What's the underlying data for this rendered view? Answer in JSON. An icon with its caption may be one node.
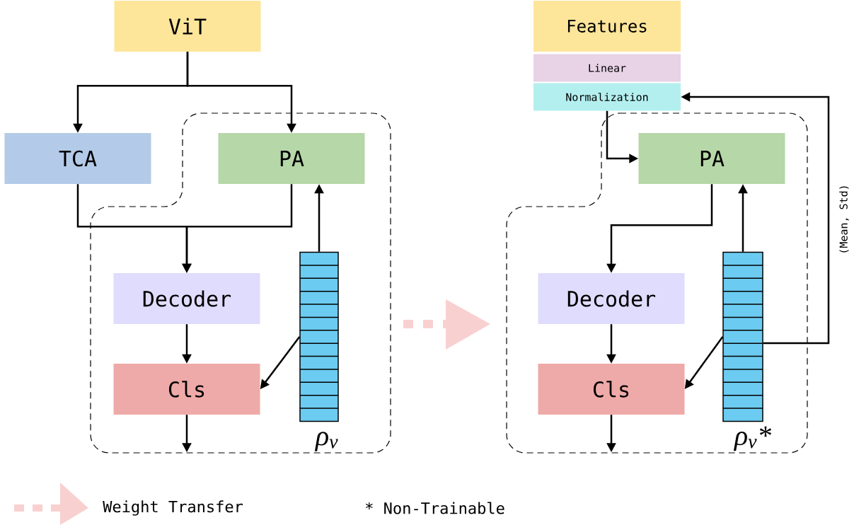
{
  "diagram": {
    "nodes": [
      {
        "text": [
          "ViT"
        ]
      },
      {
        "text": [
          "TCA"
        ]
      },
      {
        "text": [
          "PA"
        ]
      },
      {
        "text": [
          "Decoder"
        ]
      },
      {
        "text": [
          "Cls"
        ]
      },
      {
        "text": [],
        "shape": "bar",
        "beside": [
          "ρ$_{v}$"
        ]
      },
      {
        "text": [
          "Features"
        ]
      },
      {
        "text": [
          "Linear"
        ]
      },
      {
        "text": [
          "Normalization"
        ]
      },
      {
        "text": [
          "PA"
        ]
      },
      {
        "text": [
          "Decoder"
        ]
      },
      {
        "text": [
          "Cls"
        ]
      },
      {
        "text": [],
        "shape": "bar",
        "beside": [
          "ρ$_{v}$*"
        ]
      }
    ],
    "edges": [
      {
        "from": 0,
        "to": 1,
        "arrow": "to"
      },
      {
        "from": 0,
        "to": 2,
        "arrow": "to"
      },
      {
        "from": 1,
        "to": 3,
        "arrow": "to"
      },
      {
        "from": 2,
        "to": 3,
        "arrow": "to"
      },
      {
        "from": 5,
        "to": 2,
        "arrow": "to"
      },
      {
        "from": 3,
        "to": 4,
        "arrow": "to"
      },
      {
        "from": 5,
        "to": 4,
        "arrow": "to"
      },
      {
        "from": 4,
        "to": null,
        "arrow": "to"
      },
      {
        "from": 8,
        "to": 9,
        "arrow": "to"
      },
      {
        "from": 9,
        "to": 10,
        "arrow": "to"
      },
      {
        "from": 12,
        "to": 9,
        "arrow": "to"
      },
      {
        "from": 10,
        "to": 11,
        "arrow": "to"
      },
      {
        "from": 12,
        "to": 11,
        "arrow": "to"
      },
      {
        "from": 11,
        "to": null,
        "arrow": "to"
      },
      {
        "from": 12,
        "to": 8,
        "arrow": "to",
        "label": "(Mean, Std)"
      }
    ],
    "legend": [
      {
        "text": "Weight Transfer"
      },
      {
        "text": "* Non-Trainable"
      }
    ]
  }
}
